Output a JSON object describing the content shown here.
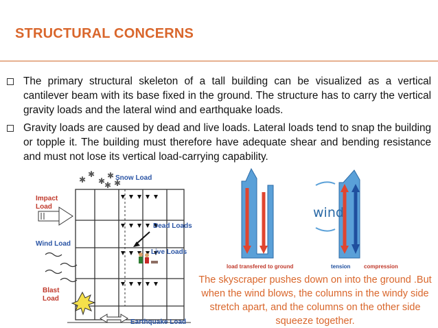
{
  "slide": {
    "title": "STRUCTURAL CONCERNS",
    "bullets": [
      "The primary structural skeleton of a tall building can be visualized as a vertical cantilever beam with its base fixed in the ground. The structure has to carry the vertical gravity loads and the lateral wind and earthquake loads.",
      "Gravity loads are caused by dead and live loads. Lateral loads tend to snap the building or topple it. The building must therefore have adequate shear and bending resistance and must not lose its vertical load-carrying capability."
    ],
    "caption": "The skyscraper pushes down on into the ground .But when the wind blows, the columns in the windy side stretch apart, and the columns on the other side squeeze together."
  },
  "load_diagram": {
    "labels": {
      "snow": "Snow Load",
      "impact_1": "Impact",
      "impact_2": "Load",
      "dead": "Dead Loads",
      "wind": "Wind Load",
      "live": "Live Loads",
      "blast_1": "Blast",
      "blast_2": "Load",
      "earthquake": "Earthquake Load"
    },
    "colors": {
      "red_label": "#c0392b",
      "blue_label": "#2b55a5"
    }
  },
  "wind_diagram": {
    "labels": {
      "ground": "load transfered to ground",
      "wind": "wind",
      "tension": "tension",
      "compression": "compression"
    },
    "colors": {
      "building": "#5aa0d8",
      "arrow_red": "#e0452f",
      "arrow_blue": "#1f4f9e"
    }
  }
}
